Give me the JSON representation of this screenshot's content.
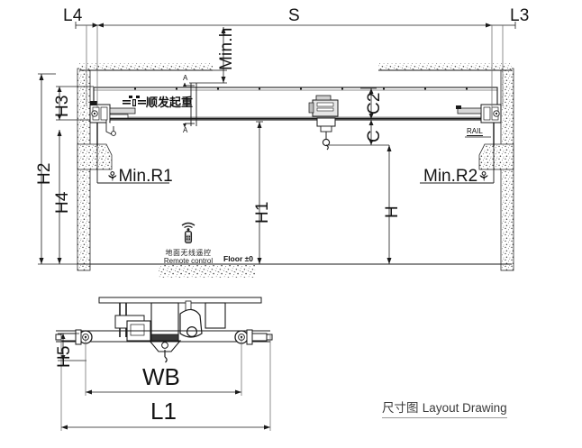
{
  "drawing": {
    "title_cn": "尺寸图",
    "title_en": "Layout Drawing",
    "type": "crane-layout-elevation-and-end-view"
  },
  "dimensions": {
    "span_top": "S",
    "left_end_approach": "L4",
    "right_end_approach": "L3",
    "min_headroom": "Min.h",
    "h2": "H2",
    "h3": "H3",
    "h4": "H4",
    "h1": "H1",
    "h": "H",
    "h5": "H5",
    "c": "C",
    "c2": "C2",
    "wb": "WB",
    "l1": "L1",
    "min_r1": "Min.R1",
    "min_r2": "Min.R2"
  },
  "annotations": {
    "rail": "RAIL",
    "floor": "Floor ±0",
    "section_mark_top": "A",
    "section_mark_bottom": "A",
    "remote_cn": "地面无线遥控",
    "remote_en": "Remote control",
    "brand_cn": "顺发起重"
  },
  "icons": {
    "remote": "remote-control-icon",
    "hook_left": "hook-icon",
    "hook_right": "hook-icon",
    "hoist": "electric-hoist-icon"
  },
  "colors": {
    "line": "#1a1a1a",
    "thin_line": "#555555",
    "concrete": "#7d7d7d",
    "caption": "#3a3a3a",
    "background": "#ffffff"
  }
}
